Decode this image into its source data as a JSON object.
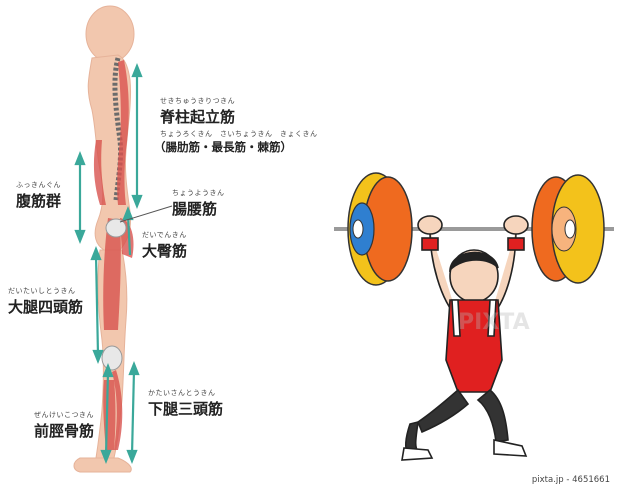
{
  "anatomy": {
    "muscles": [
      {
        "key": "erector",
        "ruby": "せきちゅうきりつきん",
        "name": "脊柱起立筋",
        "sub": "（腸肋筋・最長筋・棘筋）",
        "sub_ruby": "ちょうろくきん　さいちょうきん　きょくきん"
      },
      {
        "key": "abdominal",
        "ruby": "ふっきんぐん",
        "name": "腹筋群"
      },
      {
        "key": "iliopsoas",
        "ruby": "ちょうようきん",
        "name": "腸腰筋"
      },
      {
        "key": "gluteus",
        "ruby": "だいでんきん",
        "name": "大臀筋"
      },
      {
        "key": "quadriceps",
        "ruby": "だいたいしとうきん",
        "name": "大腿四頭筋"
      },
      {
        "key": "triceps_surae",
        "ruby": "かたいさんとうきん",
        "name": "下腿三頭筋"
      },
      {
        "key": "tibialis",
        "ruby": "ぜんけいこつきん",
        "name": "前脛骨筋"
      }
    ],
    "arrow_color": "#3aa89a",
    "muscle_color": "#d9534f"
  },
  "weightlifter": {
    "plate_colors": [
      "#f3c21b",
      "#ef6a1f",
      "#2f7fd0"
    ],
    "singlet_color": "#e02020",
    "watermark": "PIXTA",
    "credit": "pixta.jp - 4651661"
  }
}
